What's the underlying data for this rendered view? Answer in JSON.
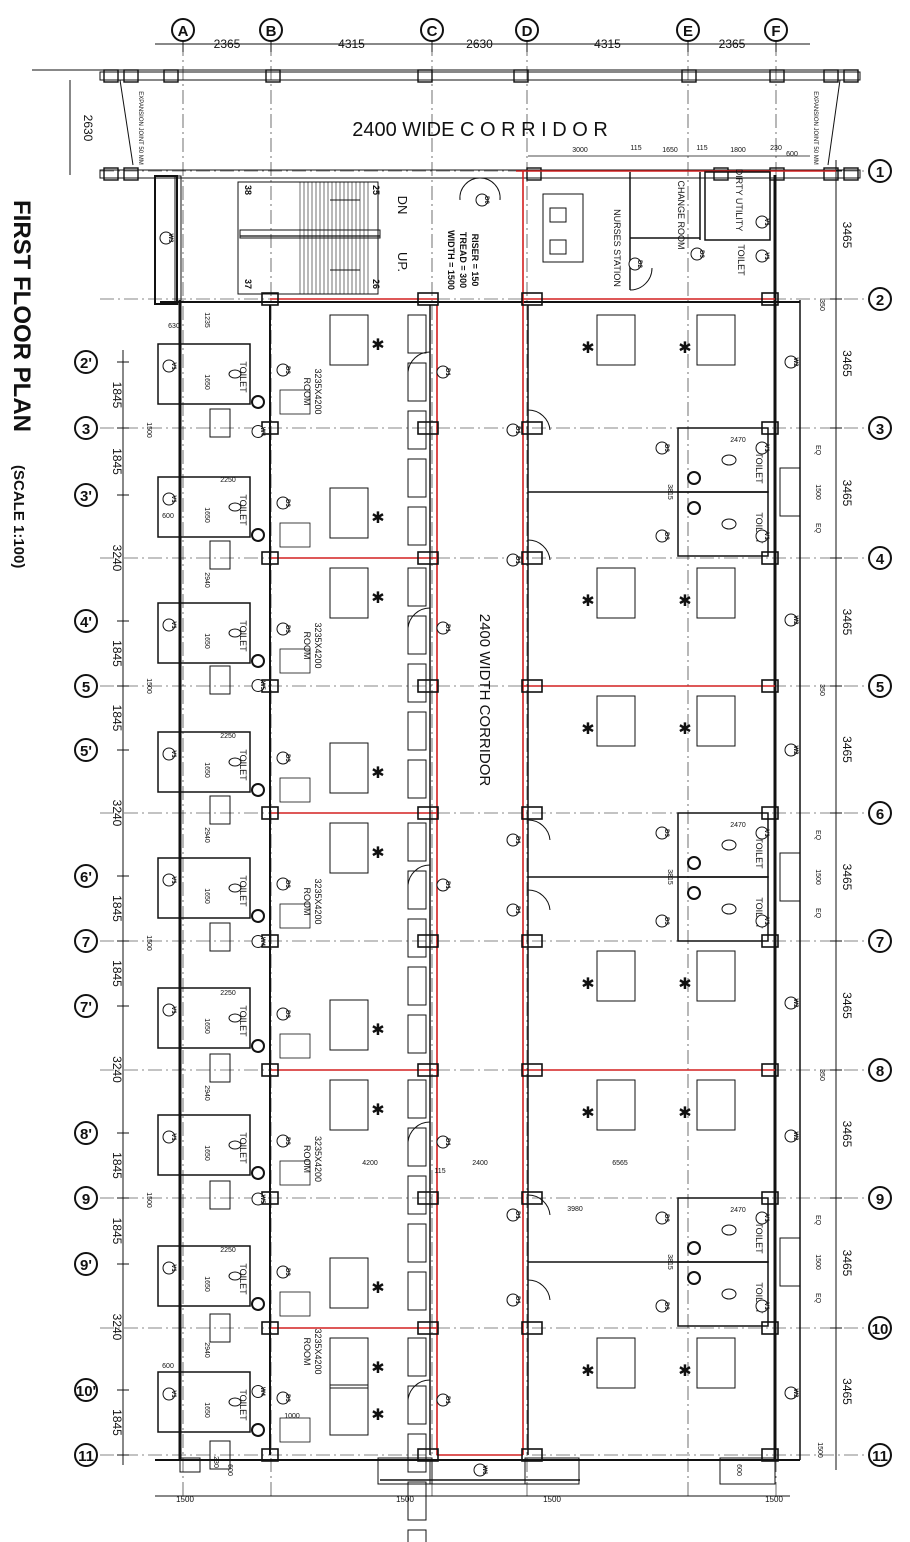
{
  "title": "FIRST FLOOR PLAN",
  "scale": "(SCALE 1:100)",
  "corridor_top": "2400 WIDE C O R R I D O R",
  "corridor_main": "2400 WIDTH CORRIDOR",
  "grid_cols": [
    "A",
    "B",
    "C",
    "D",
    "E",
    "F"
  ],
  "col_dims": [
    "2365",
    "4315",
    "2630",
    "4315",
    "2365"
  ],
  "grid_rows_right": [
    "1",
    "2",
    "3",
    "4",
    "5",
    "6",
    "7",
    "8",
    "9",
    "10",
    "11"
  ],
  "row_dims_right": [
    "3465",
    "3465",
    "3465",
    "3465",
    "3465",
    "3465",
    "3465",
    "3465",
    "3465",
    "3465"
  ],
  "grid_rows_left": [
    "2'",
    "3",
    "3'",
    "4'",
    "5",
    "5'",
    "6'",
    "7",
    "7'",
    "8'",
    "9",
    "9'",
    "10'",
    "11"
  ],
  "row_dims_left": [
    "1845",
    "1845",
    "3240",
    "1845",
    "1845",
    "3240",
    "1845",
    "1845",
    "3240",
    "1845",
    "1845",
    "3240",
    "1845"
  ],
  "top_dim_left": "2630",
  "stair": {
    "dn": "DN",
    "up": "UP.",
    "width": "WIDTH = 1500",
    "tread": "TREAD = 300",
    "riser": "RISER = 150",
    "n25": "25",
    "n26": "26",
    "n37": "37",
    "n38": "38"
  },
  "labels": {
    "nurses": "NURSES STATION",
    "change": "CHANGE ROOM",
    "dirty": "DIRTY UTILITY",
    "toilet": "TOILET",
    "room": "ROOM",
    "room_size": "3235X4200",
    "expansion": "EXPANSION JOINT 50 MM"
  },
  "tags": {
    "d1": "D1",
    "d2": "D2",
    "d3": "D3",
    "d0": "D0",
    "w1": "W1",
    "w2": "W2",
    "w3": "W3",
    "w4": "W4",
    "w5": "W5",
    "w6": "W6",
    "v1": "V1",
    "eq": "EQ"
  },
  "small_dims": {
    "d3000": "3000",
    "d115": "115",
    "d1650": "1650",
    "d1800": "1800",
    "d230": "230",
    "d600": "600",
    "d630": "630",
    "d1235": "1235",
    "d2250": "2250",
    "d2940": "2940",
    "d1500": "1500",
    "d2470": "2470",
    "d3815": "3815",
    "d350": "350",
    "d4200": "4200",
    "d2400": "2400",
    "d6565": "6565",
    "d3980": "3980",
    "d1000": "1000"
  },
  "colors": {
    "line": "#111111",
    "red": "#d42020",
    "bg": "#ffffff"
  }
}
